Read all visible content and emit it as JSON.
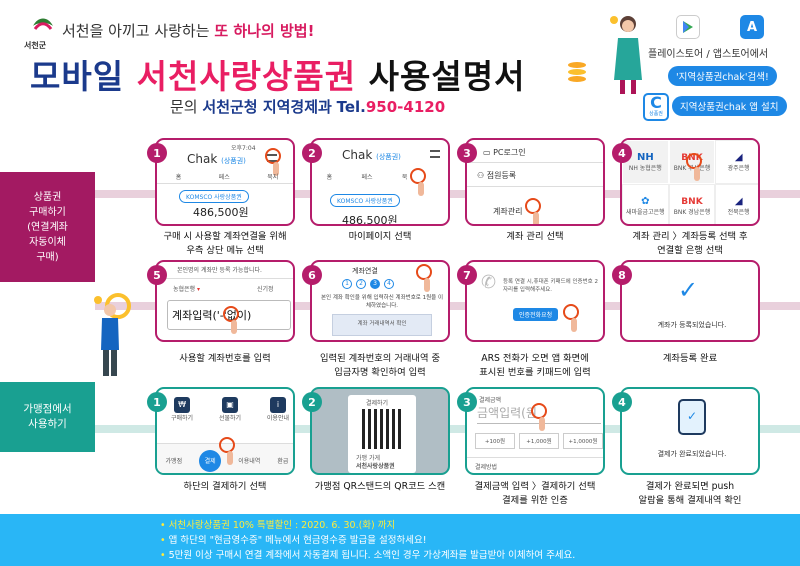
{
  "header": {
    "logo_text": "서천군",
    "slogan_prefix": "서천을 아끼고 사랑하는",
    "slogan_highlight": "또 하나의 방법!",
    "title_part1": "모바일",
    "title_part2": "서천사랑상품권",
    "title_part3": "사용설명서",
    "contact_prefix": "문의",
    "contact_office": "서천군청 지역경제과",
    "contact_tel_label": "Tel.",
    "contact_tel": "950-4120"
  },
  "store_info": {
    "caption": "플레이스토어 / 앱스토어에서",
    "search_pill": "'지역상품권chak'검색!",
    "install_pill": "지역상품권chak 앱 설치",
    "chak_icon_letter": "C",
    "chak_icon_caption": "상품권"
  },
  "sections": {
    "purchase_label_lines": [
      "상품권",
      "구매하기",
      "(연결계좌",
      "자동이체",
      "구매)"
    ],
    "store_label_lines": [
      "가맹점에서",
      "사용하기"
    ]
  },
  "purchase_steps": [
    {
      "num": "1",
      "caption_lines": [
        "구매 시 사용할 계좌연결을 위해",
        "우측 상단 메뉴 선택"
      ]
    },
    {
      "num": "2",
      "caption_lines": [
        "마이페이지 선택"
      ]
    },
    {
      "num": "3",
      "caption_lines": [
        "계좌 관리 선택"
      ]
    },
    {
      "num": "4",
      "caption_lines": [
        "계좌 관리 〉계좌등록 선택 후",
        "연결할 은행 선택"
      ]
    },
    {
      "num": "5",
      "caption_lines": [
        "사용할 계좌번호를 입력"
      ]
    },
    {
      "num": "6",
      "caption_lines": [
        "입력된 계좌번호의 거래내역 중",
        "입금자명 확인하여 입력"
      ]
    },
    {
      "num": "7",
      "caption_lines": [
        "ARS 전화가 오면 앱 화면에",
        "표시된 번호를 키패드에 입력"
      ]
    },
    {
      "num": "8",
      "caption_lines": [
        "계좌등록 완료"
      ]
    }
  ],
  "store_steps": [
    {
      "num": "1",
      "caption_lines": [
        "하단의 결제하기 선택"
      ]
    },
    {
      "num": "2",
      "caption_lines": [
        "가맹점 QR스탠드의 QR코드 스캔"
      ]
    },
    {
      "num": "3",
      "caption_lines": [
        "결제금액 입력 〉결제하기 선택",
        "결제를 위한 인증"
      ]
    },
    {
      "num": "4",
      "caption_lines": [
        "결제가 완료되면 push",
        "알람을 통해  결제내역  확인"
      ]
    }
  ],
  "screens": {
    "s1": {
      "time": "오후7:04",
      "app": "Chak",
      "sub": "(상품권)",
      "tabs": [
        "홈",
        "페스",
        "북지"
      ],
      "badge": "KOMSCO 사랑상품권",
      "amount": "486,500원"
    },
    "s2": {
      "app": "Chak",
      "sub": "(상품권)",
      "tabs": [
        "홈",
        "페스",
        "북"
      ],
      "badge": "KOMSCO 사랑상품권",
      "amount": "486,500원"
    },
    "s3": {
      "pc_login": "PC로그인",
      "member": "점원등록",
      "account": "계좌관리"
    },
    "s4": {
      "banks": [
        "NH 농협은행",
        "BNK 부산은행",
        "광주은행",
        "새마을금고은행",
        "BNK 경남은행",
        "전북은행"
      ]
    },
    "s5": {
      "note": "본인명의 계좌만 등록 가능합니다.",
      "bank": "농협은행",
      "change": "신기정",
      "account_input": "계좌입력('-'없이)"
    },
    "s6": {
      "title": "계좌연결",
      "steps": [
        "1",
        "2",
        "3",
        "4"
      ],
      "text": "본인 계좌 확인을 위해 입력하신 계좌번호로 1원을 이체하였습니다.",
      "hint": "계좌 거래내역서 확인"
    },
    "s7": {
      "text": "등록 연결 시,휴대폰 키패드에 인증번호 2자리를 입력해주세요.",
      "button": "인증전화요청"
    },
    "s8": {
      "check": "✓",
      "text": "계좌가 등록되었습니다."
    },
    "p1": {
      "items": [
        "구매하기",
        "선물하기",
        "이용안내"
      ],
      "bottom": [
        "가맹점",
        "결제",
        "이용내역",
        "환급"
      ]
    },
    "p2": {
      "head": "결제하기",
      "label1": "가맹 가게",
      "label2": "서천사랑상품권"
    },
    "p3": {
      "label": "결제금액",
      "input": "금액입력(원",
      "buttons": [
        "+100원",
        "+1,000원",
        "+1,0000원"
      ],
      "method": "결제방법"
    },
    "p4": {
      "text": "결제가 완료되었습니다."
    }
  },
  "footer": {
    "lines": [
      {
        "bullet": "•",
        "text": "서천사랑상품권 10% 특별할인 : 2020. 6. 30.(화) 까지"
      },
      {
        "bullet": "•",
        "text": "앱 하단의 \"현금영수증\" 메뉴에서 현금영수증 발급을 설정하세요!"
      },
      {
        "bullet": "•",
        "text": "5만원 이상 구매시 연결 계좌에서 자동결제 됩니다. 소액인 경우 가상계좌를 발급받아 이체하여 주세요."
      }
    ]
  },
  "colors": {
    "purchase_accent": "#b51d6b",
    "store_accent": "#19a091",
    "footer_bg": "#29b6f6",
    "title_blue": "#1b3a8c",
    "title_pink": "#e91e63"
  },
  "icons": [
    "google-play-icon",
    "app-store-icon",
    "chak-app-icon",
    "check-icon",
    "phone-icon",
    "wallet-icon",
    "gift-icon",
    "info-icon",
    "qr-icon"
  ]
}
